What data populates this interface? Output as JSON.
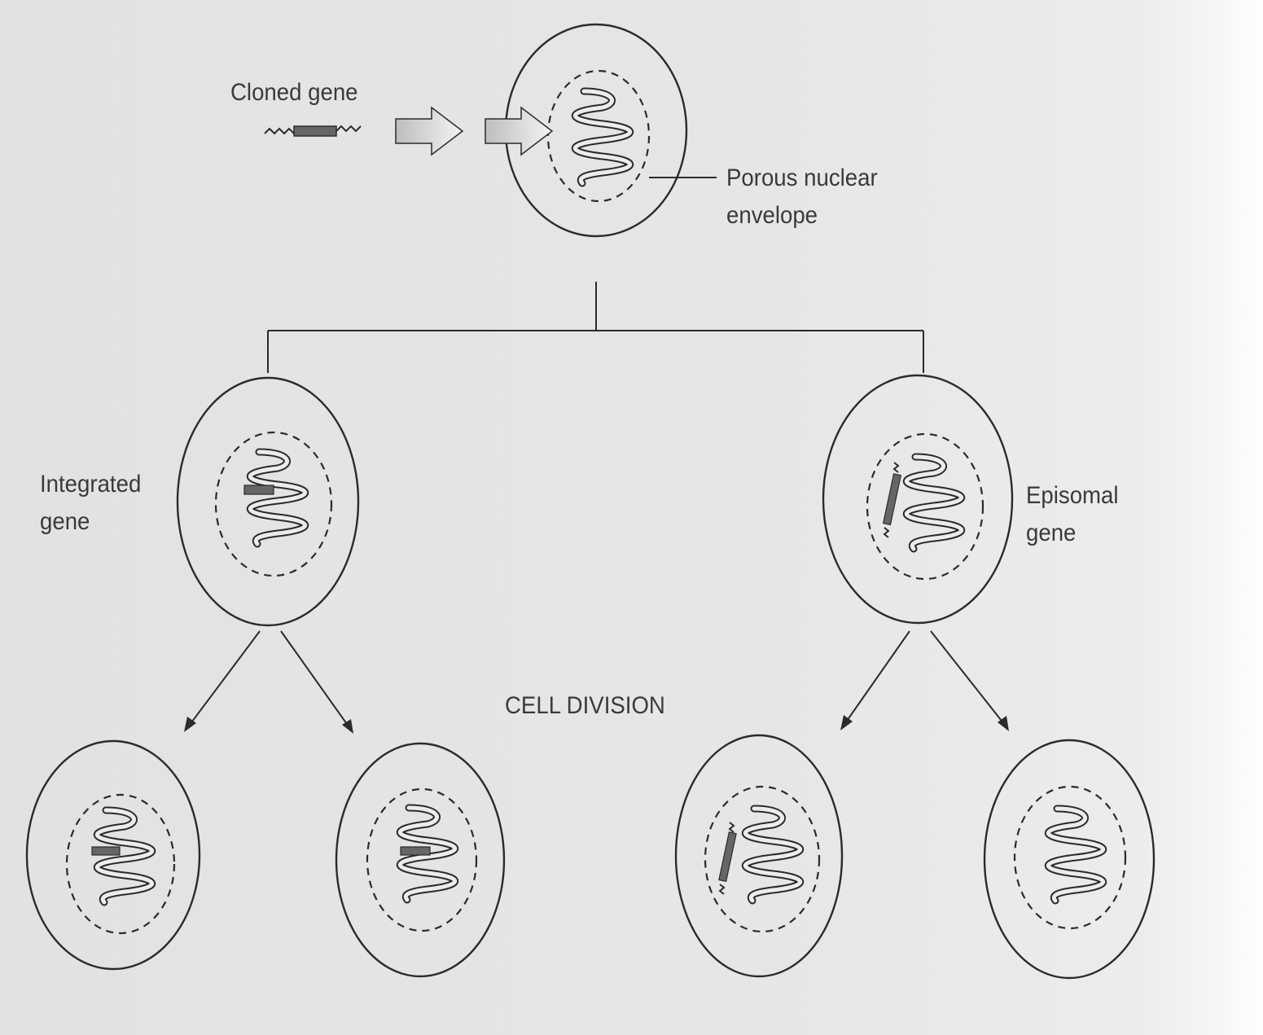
{
  "labels": {
    "cloned_gene": "Cloned gene",
    "porous_nuclear_envelope_line1": "Porous nuclear",
    "porous_nuclear_envelope_line2": "envelope",
    "integrated_gene_line1": "Integrated",
    "integrated_gene_line2": "gene",
    "episomal_gene_line1": "Episomal",
    "episomal_gene_line2": "gene",
    "cell_division": "CELL DIVISION"
  },
  "colors": {
    "outline": "#2b2b2b",
    "gene_segment": "#666666",
    "arrow_fill": "#cfcfcf"
  }
}
